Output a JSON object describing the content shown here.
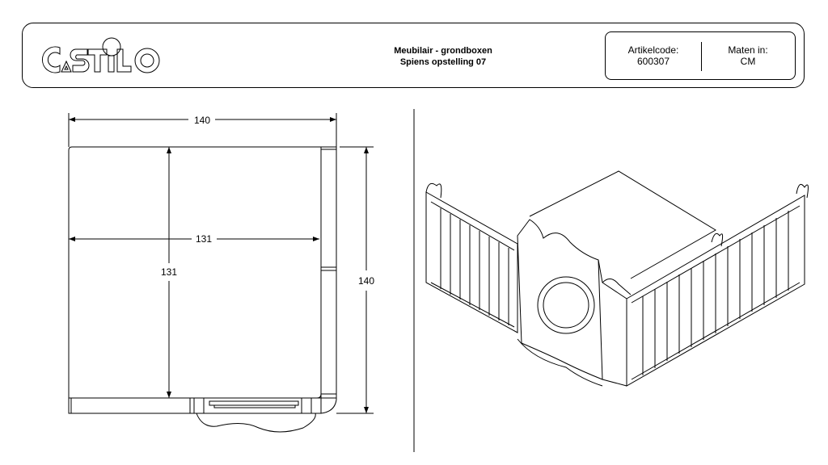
{
  "header": {
    "logo_text": "CASTILO",
    "title_line1": "Meubilair - grondboxen",
    "title_line2": "Spiens opstelling 07",
    "article_label": "Artikelcode:",
    "article_value": "600307",
    "units_label": "Maten in:",
    "units_value": "CM"
  },
  "plan_view": {
    "dim_top": "140",
    "dim_right": "140",
    "dim_inner_horizontal": "131",
    "dim_inner_vertical": "131"
  }
}
